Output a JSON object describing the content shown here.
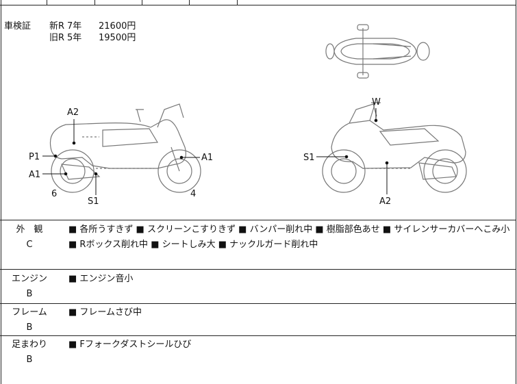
{
  "inspection": {
    "label": "車検証",
    "rows": [
      {
        "type": "新R",
        "year": "7年",
        "price": "21600円"
      },
      {
        "type": "旧R",
        "year": "5年",
        "price": "19500円"
      }
    ]
  },
  "diagram": {
    "left_labels": {
      "a2": "A2",
      "p1": "P1",
      "a1_left": "A1",
      "a1_right": "A1",
      "six": "6",
      "s1": "S1",
      "four": "4"
    },
    "right_labels": {
      "w": "W",
      "s1": "S1",
      "a2": "A2"
    }
  },
  "conditions": [
    {
      "label": "外　観",
      "grade": "C",
      "text": "■ 各所うすきず ■ スクリーンこすりきず ■ バンパー削れ中 ■ 樹脂部色あせ ■ サイレンサーカバーへこみ小 ■ Rボックス削れ中 ■ シートしみ大 ■ ナックルガード削れ中"
    },
    {
      "label": "エンジン",
      "grade": "B",
      "text": "■ エンジン音小"
    },
    {
      "label": "フレーム",
      "grade": "B",
      "text": "■ フレームさび中"
    },
    {
      "label": "足まわり",
      "grade": "B",
      "text": "■ Fフォークダストシールひび"
    }
  ]
}
